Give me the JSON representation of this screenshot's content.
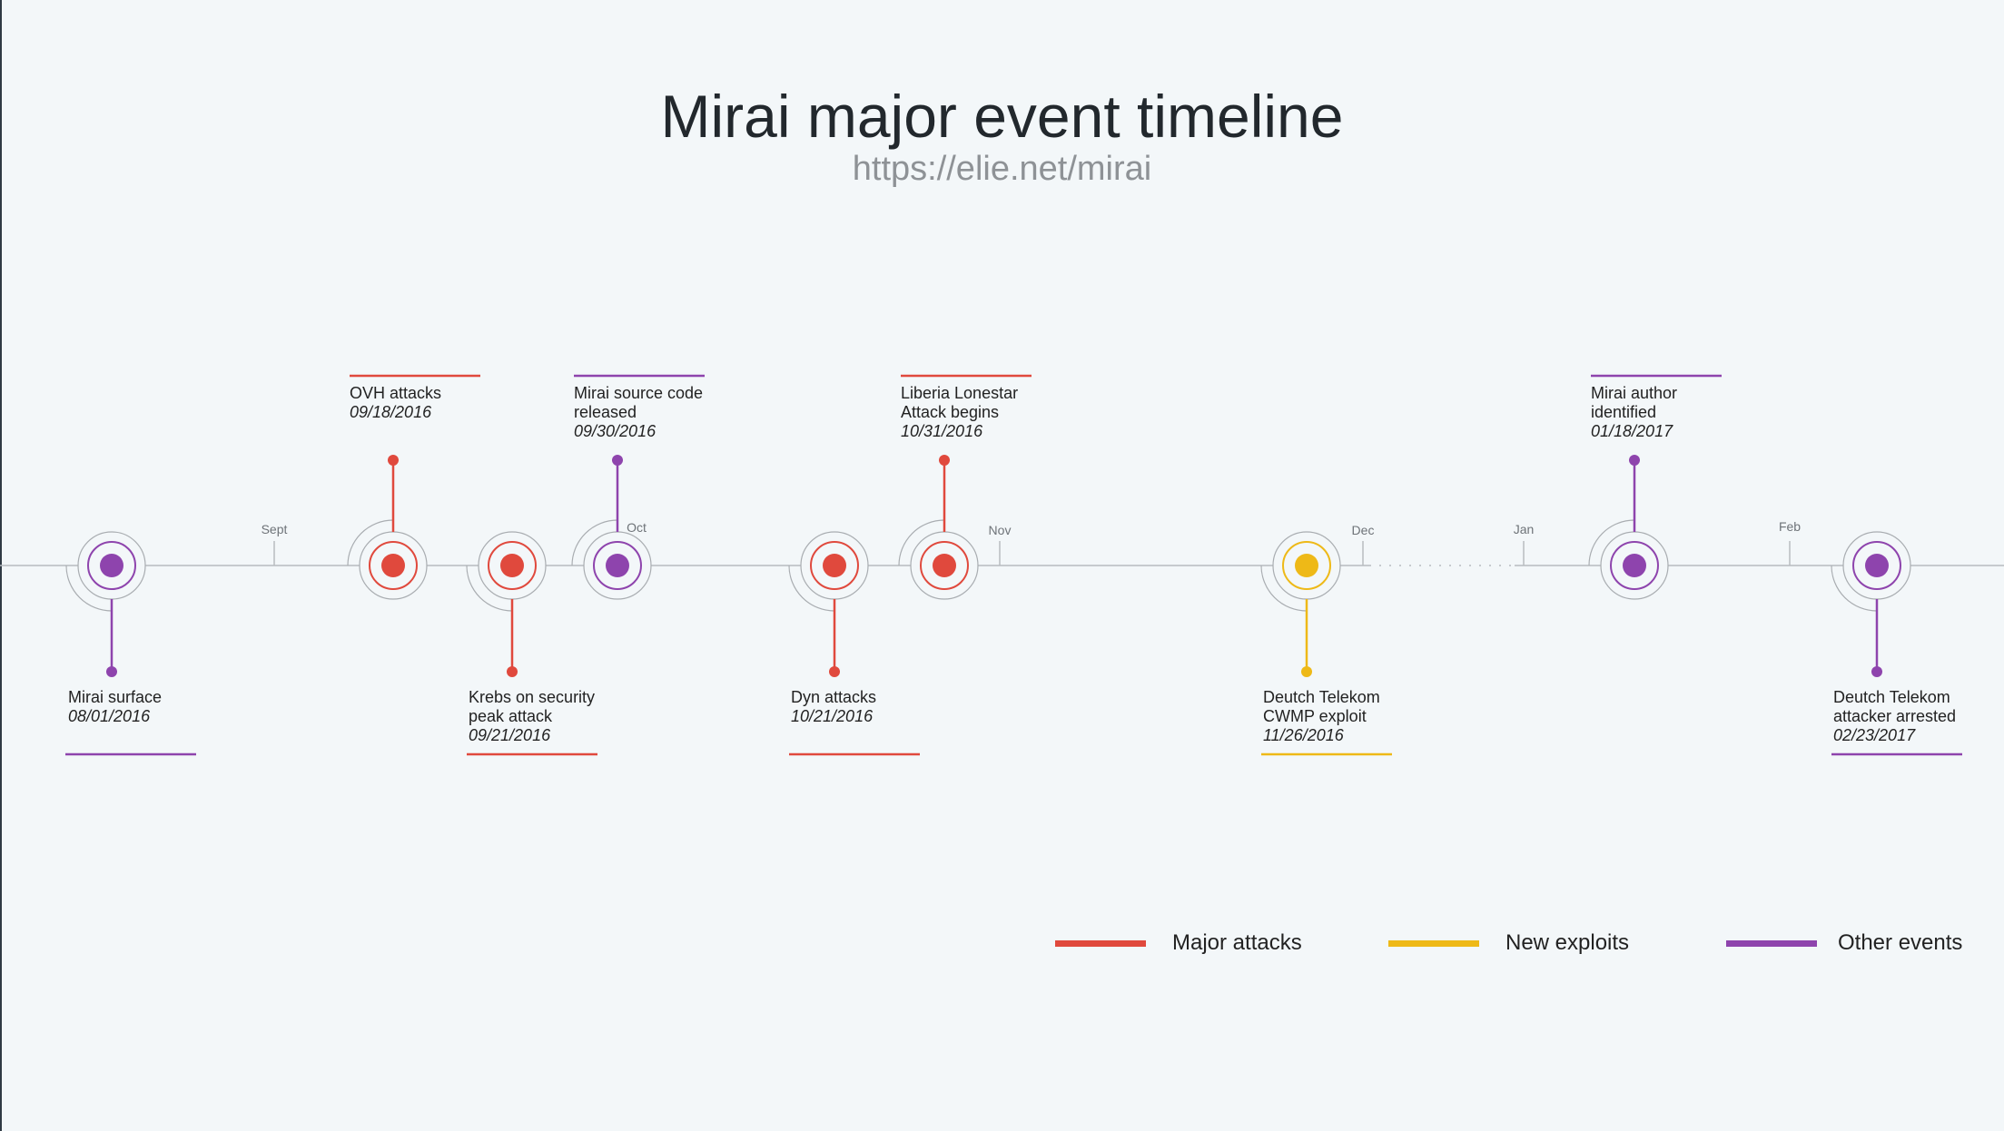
{
  "title": "Mirai major event timeline",
  "subtitle": "https://elie.net/mirai",
  "colors": {
    "attack": "#e0493d",
    "exploit": "#eeb917",
    "other": "#8e44ad",
    "axis": "#b8bcc0",
    "ring": "#a9adb1"
  },
  "months": [
    "Sept",
    "Oct",
    "Nov",
    "Dec",
    "Jan",
    "Feb"
  ],
  "events": [
    {
      "title": "Mirai surface",
      "date": "08/01/2016",
      "category": "other"
    },
    {
      "title": "OVH attacks",
      "date": "09/18/2016",
      "category": "attack"
    },
    {
      "title": "Krebs on security\npeak attack",
      "date": "09/21/2016",
      "category": "attack"
    },
    {
      "title": "Mirai source code\nreleased",
      "date": "09/30/2016",
      "category": "other"
    },
    {
      "title": "Dyn attacks",
      "date": "10/21/2016",
      "category": "attack"
    },
    {
      "title": "Liberia Lonestar\nAttack begins",
      "date": "10/31/2016",
      "category": "attack"
    },
    {
      "title": "Deutch Telekom\nCWMP exploit",
      "date": "11/26/2016",
      "category": "exploit"
    },
    {
      "title": "Mirai author\nidentified",
      "date": "01/18/2017",
      "category": "other"
    },
    {
      "title": "Deutch Telekom\nattacker arrested",
      "date": "02/23/2017",
      "category": "other"
    }
  ],
  "legend": [
    {
      "label": "Major attacks",
      "category": "attack"
    },
    {
      "label": "New exploits",
      "category": "exploit"
    },
    {
      "label": "Other events",
      "category": "other"
    }
  ]
}
